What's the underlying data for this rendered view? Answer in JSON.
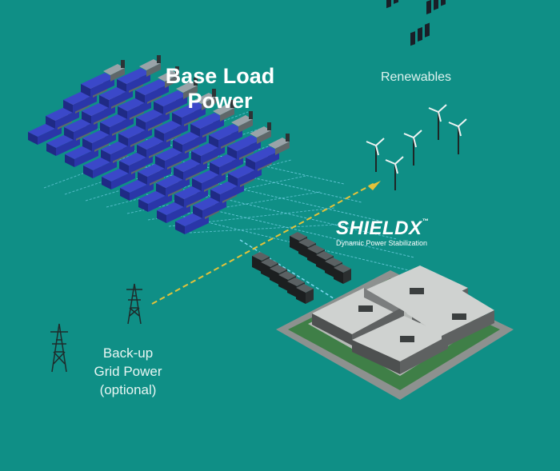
{
  "labels": {
    "base_load": "Base Load\nPower",
    "renewables": "Renewables",
    "backup": "Back-up\nGrid Power\n(optional)"
  },
  "brand": {
    "name": "SHIELD",
    "mark": "X",
    "trademark": "™",
    "tagline": "Dynamic Power Stabilization"
  },
  "colors": {
    "background": "#0f8f86",
    "generator_body": "#2f3db5",
    "flow_line": "#7ed8f0",
    "renewable_line": "#e3c23a",
    "tower": "#1f2b2b"
  }
}
